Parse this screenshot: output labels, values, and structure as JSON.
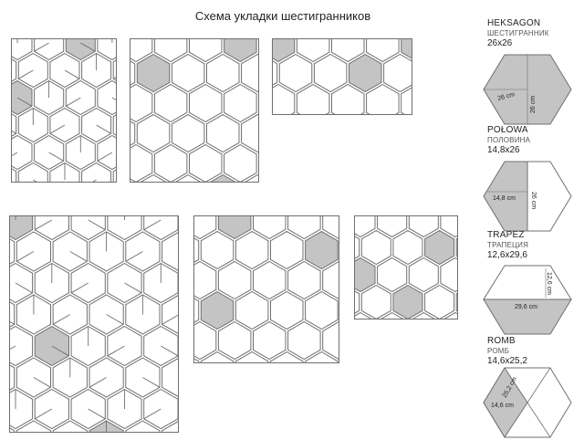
{
  "title": "Схема укладки шестигранников",
  "colors": {
    "fill_gray": "#c4c4c4",
    "stroke": "#6f6f6f",
    "background": "#ffffff"
  },
  "specs": [
    {
      "name": "HEKSAGON",
      "name_ru": "ШЕСТИГРАННИК",
      "size": "26x26",
      "dims": [
        "26 cm",
        "26 cm"
      ]
    },
    {
      "name": "POŁOWA",
      "name_ru": "ПОЛОВИНА",
      "size": "14,8x26",
      "dims": [
        "14,8 cm",
        "26 cm"
      ]
    },
    {
      "name": "TRAPEZ",
      "name_ru": "ТРАПЕЦИЯ",
      "size": "12,6x29,6",
      "dims": [
        "12,6 cm",
        "29,6 cm"
      ]
    },
    {
      "name": "ROMB",
      "name_ru": "РОМБ",
      "size": "14,6x25,2",
      "dims": [
        "25,2 cm",
        "14,6 cm"
      ]
    }
  ]
}
